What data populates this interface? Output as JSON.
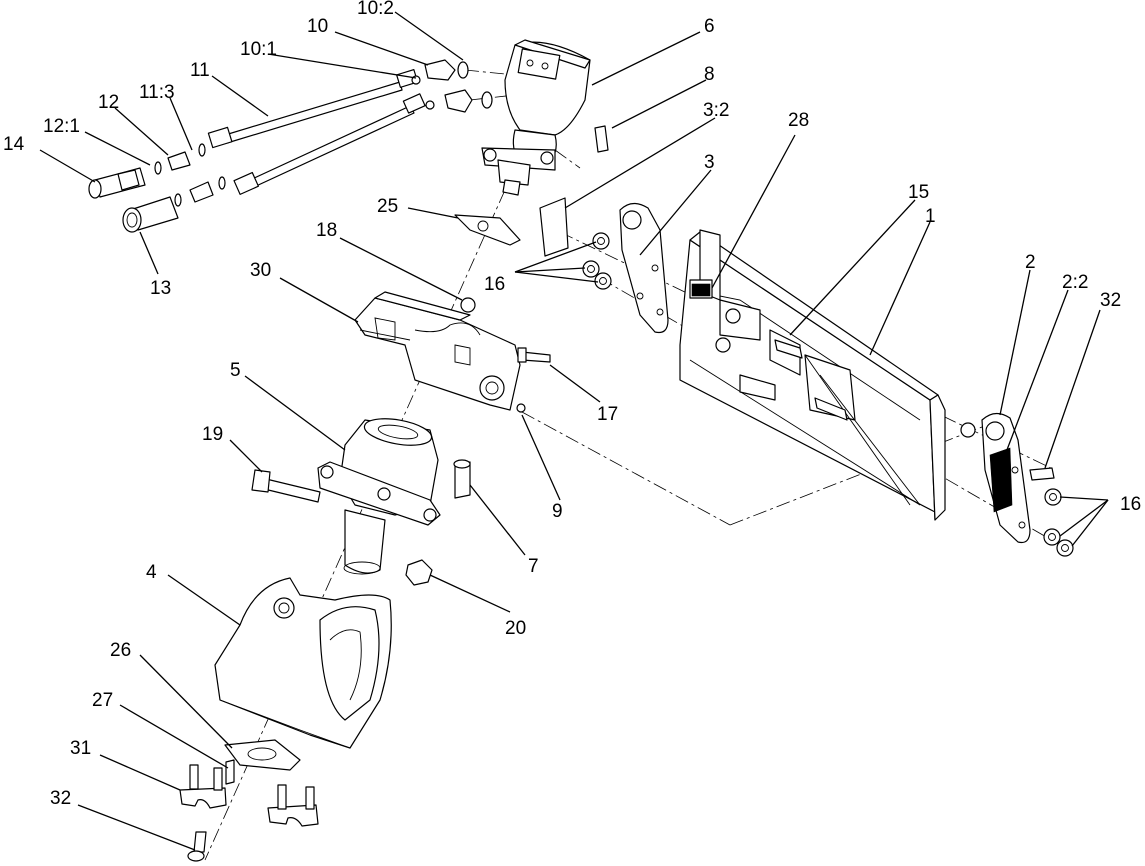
{
  "callouts": [
    {
      "id": "1",
      "label": "1"
    },
    {
      "id": "2",
      "label": "2"
    },
    {
      "id": "2-2",
      "label": "2:2"
    },
    {
      "id": "3",
      "label": "3"
    },
    {
      "id": "3-2",
      "label": "3:2"
    },
    {
      "id": "4",
      "label": "4"
    },
    {
      "id": "5",
      "label": "5"
    },
    {
      "id": "6",
      "label": "6"
    },
    {
      "id": "7",
      "label": "7"
    },
    {
      "id": "8",
      "label": "8"
    },
    {
      "id": "9",
      "label": "9"
    },
    {
      "id": "10",
      "label": "10"
    },
    {
      "id": "10-1",
      "label": "10:1"
    },
    {
      "id": "10-2",
      "label": "10:2"
    },
    {
      "id": "11",
      "label": "11"
    },
    {
      "id": "11-3",
      "label": "11:3"
    },
    {
      "id": "12",
      "label": "12"
    },
    {
      "id": "12-1",
      "label": "12:1"
    },
    {
      "id": "13",
      "label": "13"
    },
    {
      "id": "14",
      "label": "14"
    },
    {
      "id": "15",
      "label": "15"
    },
    {
      "id": "16-left",
      "label": "16"
    },
    {
      "id": "16-right",
      "label": "16"
    },
    {
      "id": "17",
      "label": "17"
    },
    {
      "id": "18",
      "label": "18"
    },
    {
      "id": "19",
      "label": "19"
    },
    {
      "id": "20",
      "label": "20"
    },
    {
      "id": "25",
      "label": "25"
    },
    {
      "id": "26",
      "label": "26"
    },
    {
      "id": "27",
      "label": "27"
    },
    {
      "id": "28",
      "label": "28"
    },
    {
      "id": "30",
      "label": "30"
    },
    {
      "id": "31",
      "label": "31"
    },
    {
      "id": "32-right",
      "label": "32"
    },
    {
      "id": "32-left",
      "label": "32"
    }
  ]
}
